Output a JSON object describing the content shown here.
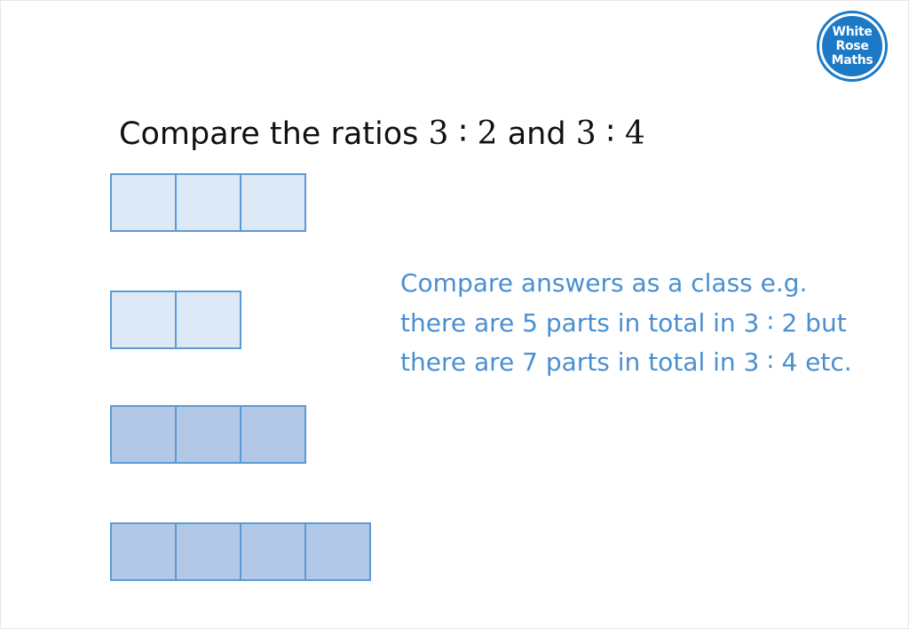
{
  "logo": {
    "line1": "White",
    "line2": "Rose",
    "line3": "Maths",
    "color": "#1b79c6"
  },
  "title": {
    "prefix": "Compare the ratios ",
    "ratio1": "3 ∶ 2",
    "middle": " and ",
    "ratio2": "3 ∶ 4"
  },
  "note": {
    "lines": [
      "Compare answers as a class e.g.",
      "there are 5 parts in total in 3 ∶ 2 but",
      "there are 7 parts in total in 3 ∶ 4 etc."
    ],
    "color": "#4a8fd0"
  },
  "bar_models": [
    {
      "ratio": "3 ∶ 2",
      "part": "first",
      "parts": 3,
      "shade": "light",
      "fill": "#dde9f6"
    },
    {
      "ratio": "3 ∶ 2",
      "part": "second",
      "parts": 2,
      "shade": "light",
      "fill": "#dde9f6"
    },
    {
      "ratio": "3 ∶ 4",
      "part": "first",
      "parts": 3,
      "shade": "dark",
      "fill": "#b3c7e6"
    },
    {
      "ratio": "3 ∶ 4",
      "part": "second",
      "parts": 4,
      "shade": "dark",
      "fill": "#b3c7e6"
    }
  ],
  "colors": {
    "cell_border": "#5b9bd5",
    "text": "#111111"
  }
}
